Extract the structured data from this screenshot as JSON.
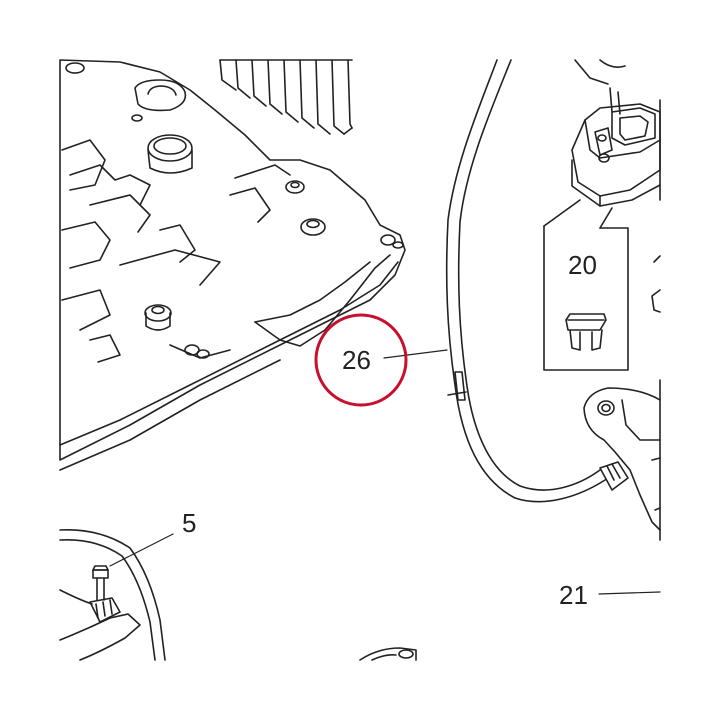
{
  "callouts": {
    "c26": "26",
    "c20": "20",
    "c5": "5",
    "c21": "21"
  },
  "colors": {
    "line": "#222222",
    "highlight": "#c8102e",
    "background": "#ffffff"
  }
}
